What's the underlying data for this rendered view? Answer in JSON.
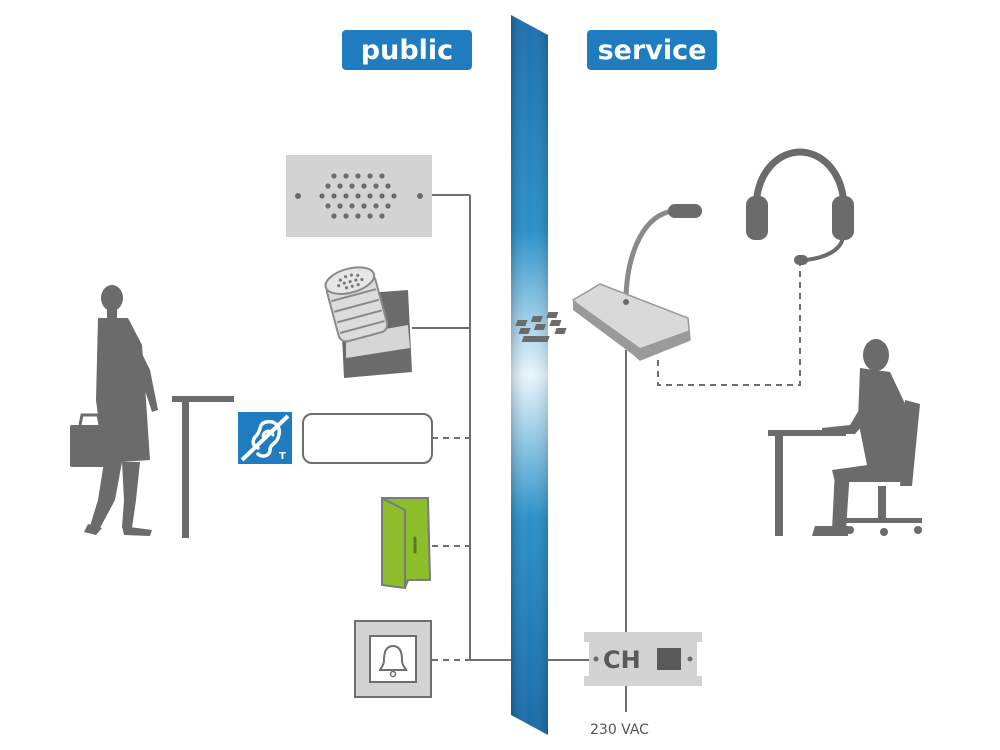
{
  "zones": {
    "public": "public",
    "service": "service"
  },
  "devices": {
    "control_unit_label": "CH",
    "power_label": "230 VAC"
  },
  "colors": {
    "label_bg": "#1f7dbf",
    "separator_dark": "#1a6fae",
    "separator_light": "#e6f4fc",
    "device_gray": "#d3d3d3",
    "figure_gray": "#6b6b6b",
    "door_green": "#8dbd2b",
    "hearing_loop_blue": "#1f7dbf",
    "line_gray": "#6e6e6e"
  },
  "icons": [
    "woman-with-briefcase-icon",
    "speaker-panel-icon",
    "microphone-icon",
    "hearing-loop-icon",
    "door-icon",
    "bell-button-icon",
    "desk-microphone-icon",
    "headset-icon",
    "seated-operator-icon"
  ]
}
